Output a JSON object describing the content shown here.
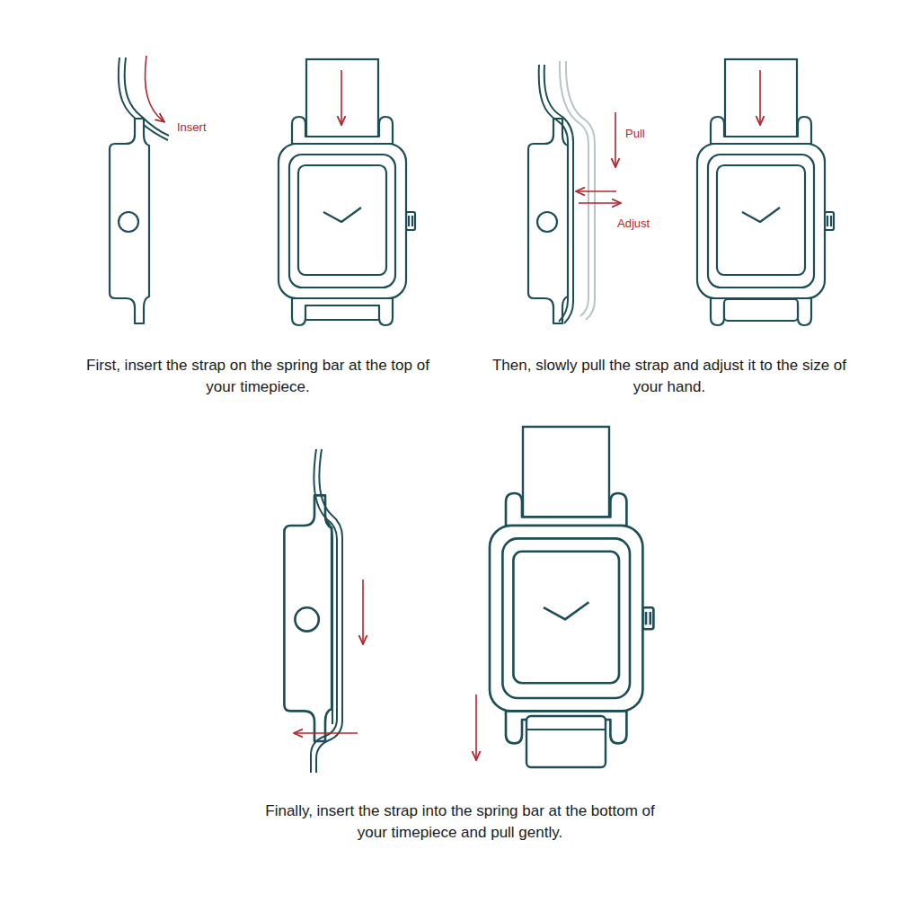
{
  "diagram": {
    "labels": [
      "Insert",
      "First, insert the strap on the spring bar at the top of your timepiece.",
      "Pull",
      "Adjust",
      "Then, slowly pull the strap and adjust it to the size of your hand.",
      "Finally, insert the strap into the spring bar at the bottom of your timepiece and pull gently."
    ]
  }
}
